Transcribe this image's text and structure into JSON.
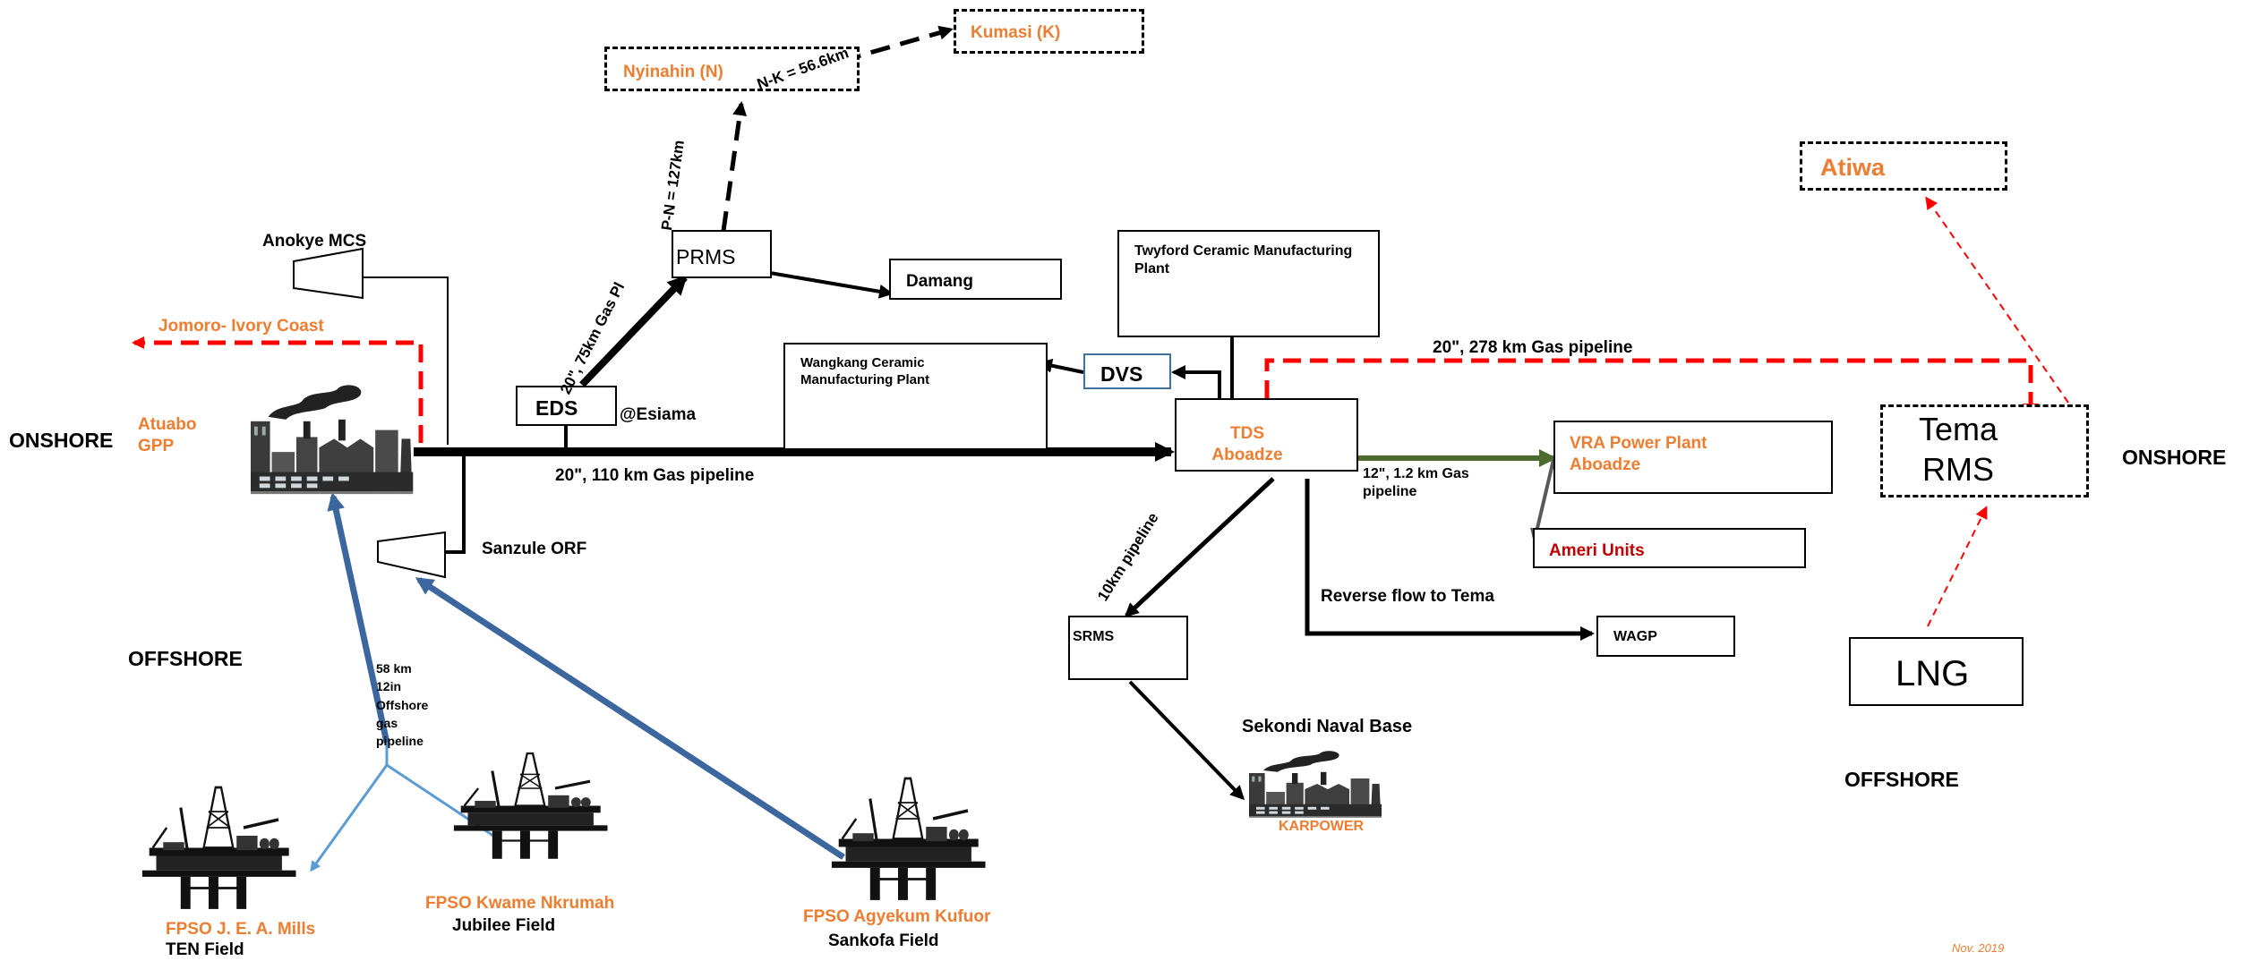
{
  "regions": {
    "onshore_left": "ONSHORE",
    "offshore_left": "OFFSHORE",
    "onshore_right": "ONSHORE",
    "offshore_right": "OFFSHORE"
  },
  "nodes": {
    "kumasi": "Kumasi (K)",
    "nyinahin": "Nyinahin (N)",
    "atiwa": "Atiwa",
    "prms": "PRMS",
    "damang": "Damang",
    "twyford": "Twyford Ceramic Manufacturing Plant",
    "wangkang": "Wangkang Ceramic Manufacturing Plant",
    "dvs": "DVS",
    "eds": "EDS",
    "esiama": "@Esiama",
    "anokye": "Anokye MCS",
    "jomoro": "Jomoro- Ivory Coast",
    "atuabo": "Atuabo GPP",
    "tds": "TDS Aboadze",
    "vra": "VRA Power Plant Aboadze",
    "ameri": "Ameri Units",
    "tema": "Tema RMS",
    "lng": "LNG",
    "sanzule": "Sanzule ORF",
    "srms": "SRMS",
    "wagp": "WAGP",
    "sekondi": "Sekondi Naval Base",
    "karpower": "KARPOWER",
    "fpso_jea": "FPSO J. E. A. Mills",
    "ten_field": "TEN Field",
    "fpso_kwame": "FPSO Kwame Nkrumah",
    "jubilee_field": "Jubilee Field",
    "fpso_agyekum": "FPSO Agyekum Kufuor",
    "sankofa_field": "Sankofa Field"
  },
  "pipelines": {
    "nk": "N-K = 56.6km",
    "pn": "P-N = 127km",
    "eds_prms": "20\", 75km Gas Pl",
    "main": "20\", 110 km  Gas pipeline",
    "tema_line": "20\", 278 km  Gas pipeline",
    "vra_line": "12\", 1.2 km  Gas pipeline",
    "srms_line": "10km pipeline",
    "reverse": "Reverse flow to Tema",
    "offshore": "58 km 12in Offshore gas pipeline"
  },
  "date": "Nov. 2019",
  "colors": {
    "orange": "#ED7D31",
    "red_dashed": "#FF0000",
    "offshore_blue": "#3C679E",
    "light_blue": "#5B9BD5",
    "green": "#4E6B2E",
    "dvs_border": "#41719C"
  }
}
